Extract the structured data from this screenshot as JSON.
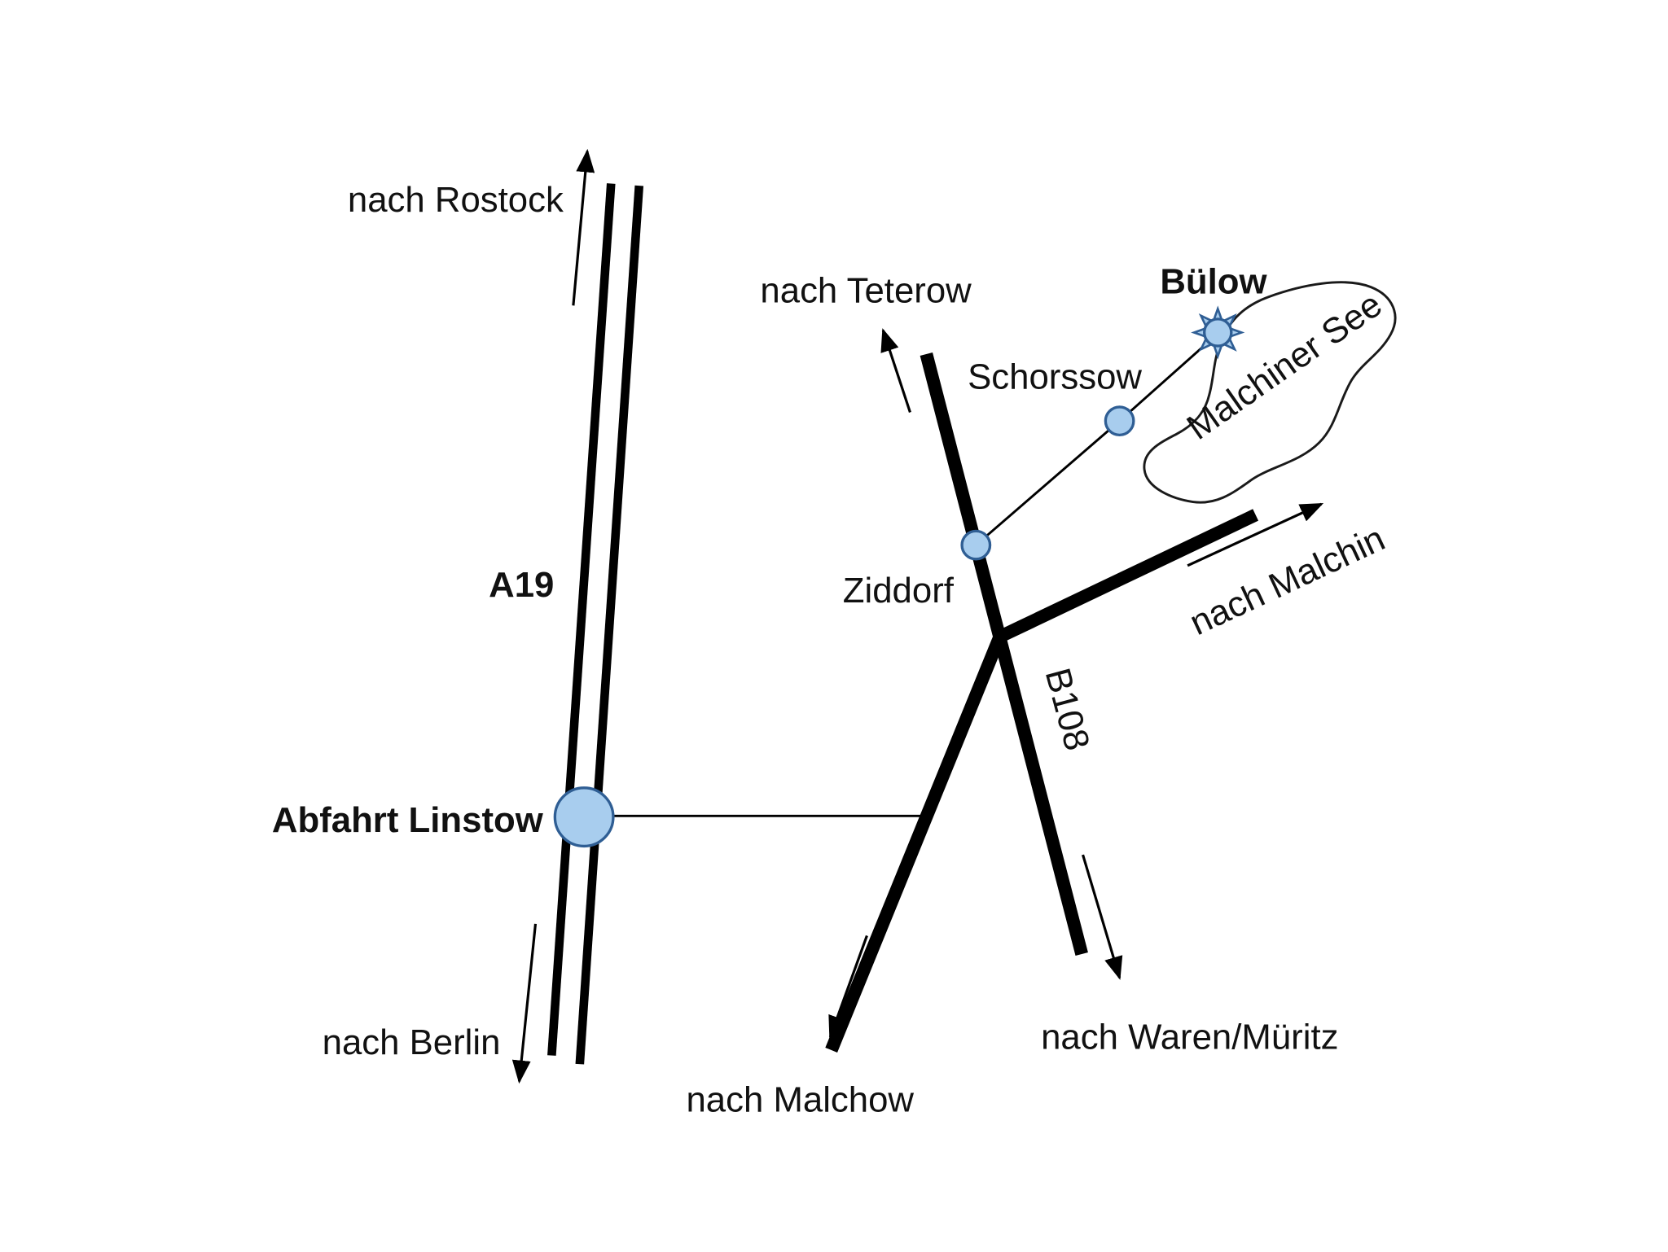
{
  "map": {
    "highway": {
      "name": "A19",
      "toward_top": "nach Rostock",
      "toward_bottom": "nach Berlin",
      "exit": "Abfahrt Linstow"
    },
    "roads": {
      "b108": "B108",
      "toward_teterow": "nach Teterow",
      "toward_malchin": "nach Malchin",
      "toward_waren": "nach Waren/Müritz",
      "toward_malchow": "nach Malchow"
    },
    "places": {
      "ziddorf": "Ziddorf",
      "schorssow": "Schorssow",
      "buelow": "Bülow"
    },
    "lake": {
      "name": "Malchiner See"
    },
    "colors": {
      "road": "#000000",
      "text": "#111111",
      "marker_fill": "#a8cdee",
      "marker_stroke": "#2f5e94",
      "lake_fill": "#ffffff",
      "background": "#ffffff"
    }
  }
}
